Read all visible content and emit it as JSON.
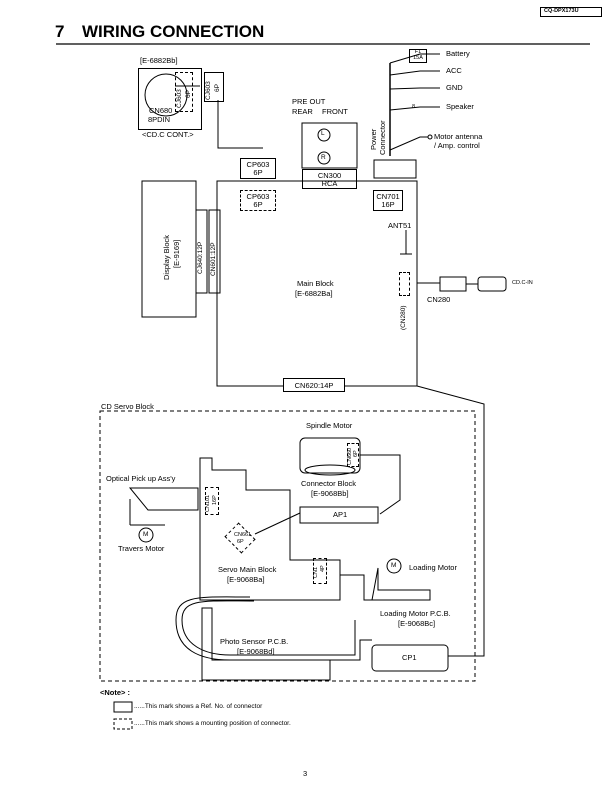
{
  "header": {
    "model": "CQ-DPX173U",
    "section_number": "7",
    "section_title": "WIRING CONNECTION"
  },
  "cdc": {
    "ref": "[E-6882Bb]",
    "cn680": "CN680",
    "pin": "8PDIN",
    "caption": "<CD.C CONT.>",
    "cj603": "CJ603",
    "six_p": "6P",
    "cj603_ext": "CJ603",
    "cj603_ext_p": "6P"
  },
  "cp603": {
    "upper": "CP603",
    "upper_p": "6P",
    "lower": "CP603",
    "lower_p": "6P"
  },
  "pre_out": {
    "title": "PRE OUT",
    "rear": "REAR",
    "front": "FRONT",
    "l": "L",
    "r": "R",
    "cn300": "CN300",
    "rca": "RCA"
  },
  "power": {
    "fuse": "F1",
    "fuse_rating": "15A",
    "battery": "Battery",
    "acc": "ACC",
    "gnd": "GND",
    "speaker": "Speaker",
    "speaker_count": "8",
    "motor_antenna": "Motor antenna",
    "amp_control": "/ Amp. control",
    "connector_line1": "Power",
    "connector_line2": "Connector"
  },
  "main": {
    "cn701": "CN701",
    "cn701_p": "16P",
    "ant": "ANT51",
    "title": "Main Block",
    "ref": "[E-6882Ba]",
    "cn280": "CN280",
    "cn280_box": "(CN280)",
    "cn620": "CN620:14P",
    "cdin": "CD.C-IN"
  },
  "display": {
    "title": "Display Block",
    "ref": "[E-9169]",
    "cj640": "CJ640:12P",
    "cn601": "CN601:12P"
  },
  "servo": {
    "title": "CD Servo Block",
    "spindle": "Spindle Motor",
    "cn660": "CN660",
    "cn660_p": "6P",
    "connector_block": "Connector Block",
    "connector_ref": "[E-9068Bb]",
    "ap1": "AP1",
    "pickup": "Optical Pick up Ass'y",
    "cn101": "CN101",
    "cn101_p": "16P",
    "m": "M",
    "travers": "Travers Motor",
    "cn661": "CN661",
    "cn661_p": "6P",
    "servo_main": "Servo Main Block",
    "servo_ref": "[E-9068Ba]",
    "cn1": "CN1",
    "cn1_p": "4P",
    "loading_motor": "Loading Motor",
    "loading_pcb": "Loading Motor P.C.B.",
    "loading_ref": "[E-9068Bc]",
    "photo": "Photo Sensor P.C.B.",
    "photo_ref": "[E-9068Bd]",
    "cp1": "CP1"
  },
  "note": {
    "heading": "<Note> :",
    "solid": "......This mark shows a Ref. No. of connector",
    "dashed": "......This mark shows a mounting position of connector."
  },
  "footer": {
    "page": "3"
  }
}
